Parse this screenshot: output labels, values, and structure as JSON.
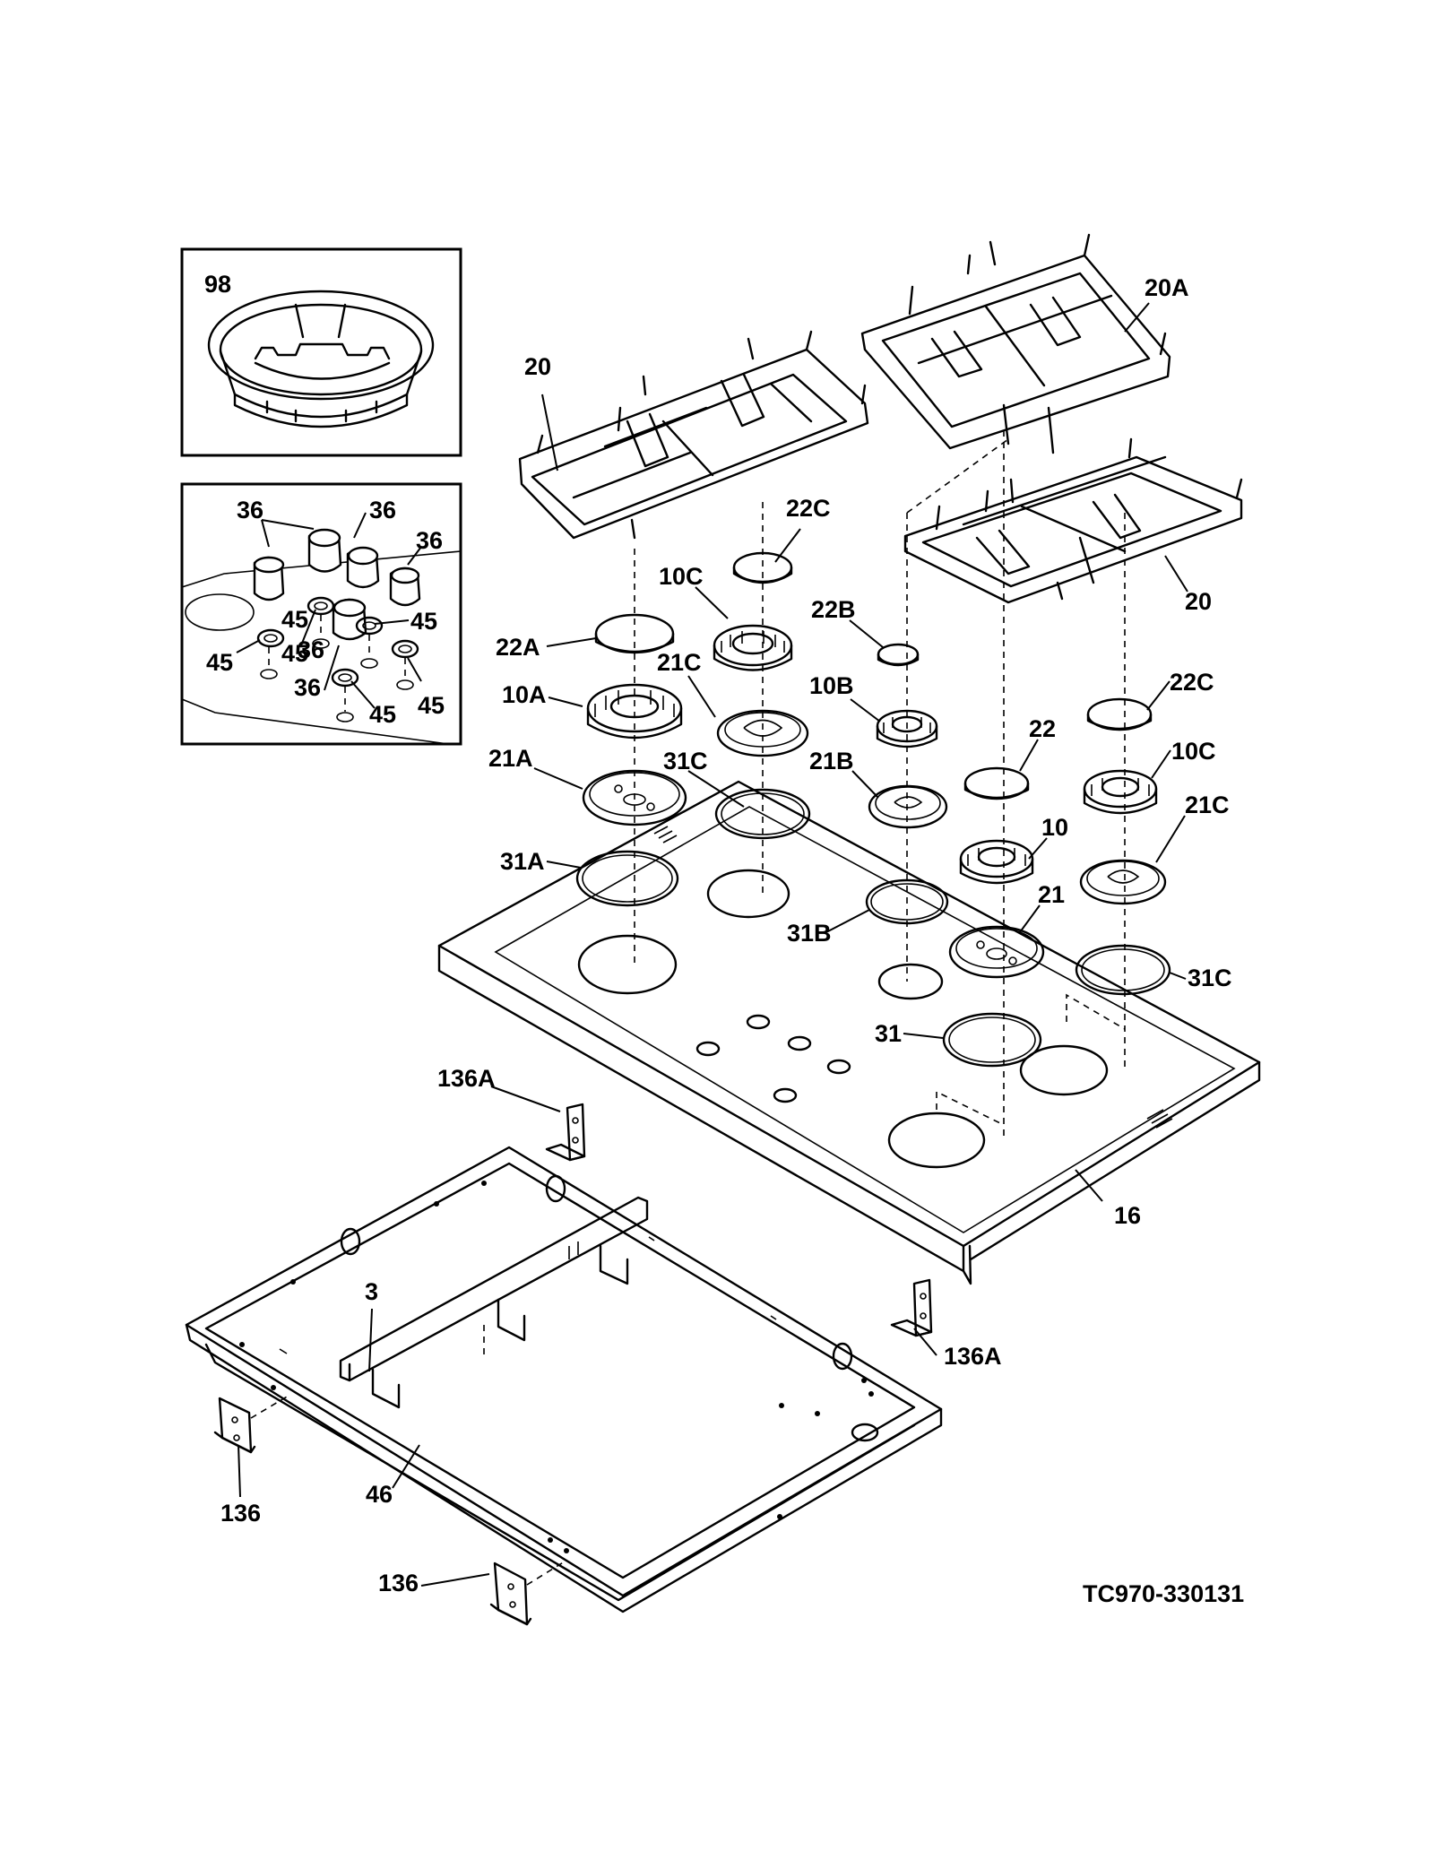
{
  "drawing_code": "TC970-330131",
  "inset_ring_label": "98",
  "inset_knob_labels": [
    "36",
    "36",
    "36",
    "36",
    "36",
    "45",
    "45",
    "45",
    "45",
    "45",
    "45"
  ],
  "part_labels": {
    "grate_left": "20",
    "grate_right_rear": "20A",
    "grate_right_front": "20",
    "cap_22c_top": "22C",
    "burner_10c_top": "10C",
    "cap_22a": "22A",
    "burner_10a": "10A",
    "head_21c_top": "21C",
    "head_21a": "21A",
    "ring_31c_top": "31C",
    "ring_31a": "31A",
    "cap_22b": "22B",
    "burner_10b": "10B",
    "head_21b": "21B",
    "ring_31b": "31B",
    "cap_22c_right": "22C",
    "cap_22": "22",
    "burner_10c_right": "10C",
    "burner_10": "10",
    "head_21c_right": "21C",
    "head_21": "21",
    "ring_31c_right": "31C",
    "ring_31": "31",
    "cooktop": "16",
    "bracket_136a_top": "136A",
    "bracket_136a_right": "136A",
    "support_bar": "3",
    "pan": "46",
    "bracket_136_left": "136",
    "bracket_136_bottom": "136"
  }
}
